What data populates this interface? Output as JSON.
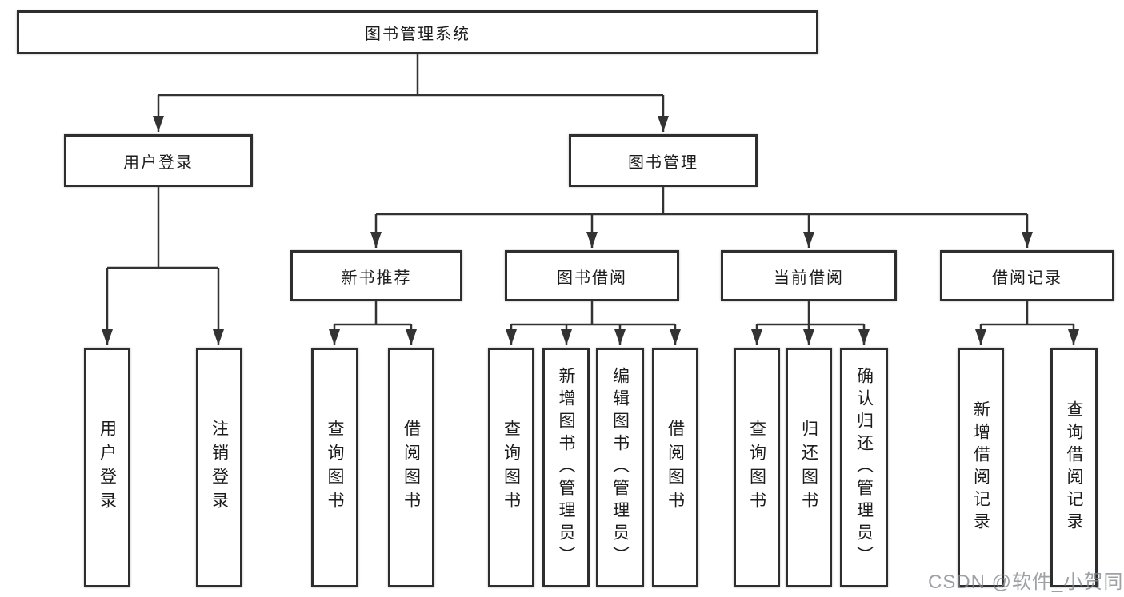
{
  "diagram": {
    "title": "图书管理系统",
    "nodes": {
      "root": {
        "label": "图书管理系统"
      },
      "user_login": {
        "label": "用户登录"
      },
      "book_management": {
        "label": "图书管理"
      },
      "new_book_recommend": {
        "label": "新书推荐"
      },
      "book_borrow": {
        "label": "图书借阅"
      },
      "current_borrow": {
        "label": "当前借阅"
      },
      "borrow_record": {
        "label": "借阅记录"
      },
      "leaf_login": {
        "label": "用户登录"
      },
      "leaf_logout": {
        "label": "注销登录"
      },
      "leaf_nb_query": {
        "label": "查询图书"
      },
      "leaf_nb_borrow": {
        "label": "借阅图书"
      },
      "leaf_bb_query": {
        "label": "查询图书"
      },
      "leaf_bb_add": {
        "label": "新增图书（管理员）"
      },
      "leaf_bb_edit": {
        "label": "编辑图书（管理员）"
      },
      "leaf_bb_borrow": {
        "label": "借阅图书"
      },
      "leaf_cb_query": {
        "label": "查询图书"
      },
      "leaf_cb_return": {
        "label": "归还图书"
      },
      "leaf_cb_confirm": {
        "label": "确认归还（管理员）"
      },
      "leaf_br_add": {
        "label": "新增借阅记录"
      },
      "leaf_br_query": {
        "label": "查询借阅记录"
      }
    },
    "hierarchy": {
      "图书管理系统": {
        "用户登录": [
          "用户登录",
          "注销登录"
        ],
        "图书管理": {
          "新书推荐": [
            "查询图书",
            "借阅图书"
          ],
          "图书借阅": [
            "查询图书",
            "新增图书（管理员）",
            "编辑图书（管理员）",
            "借阅图书"
          ],
          "当前借阅": [
            "查询图书",
            "归还图书",
            "确认归还（管理员）"
          ],
          "借阅记录": [
            "新增借阅记录",
            "查询借阅记录"
          ]
        }
      }
    },
    "watermark": "CSDN @软件_小贺同学",
    "colors": {
      "line": "#333333",
      "border": "#2e2e2e",
      "text": "#1c1c1c",
      "box_fill": "#ffffff",
      "background": "#ffffff",
      "watermark": "#82858a"
    }
  }
}
